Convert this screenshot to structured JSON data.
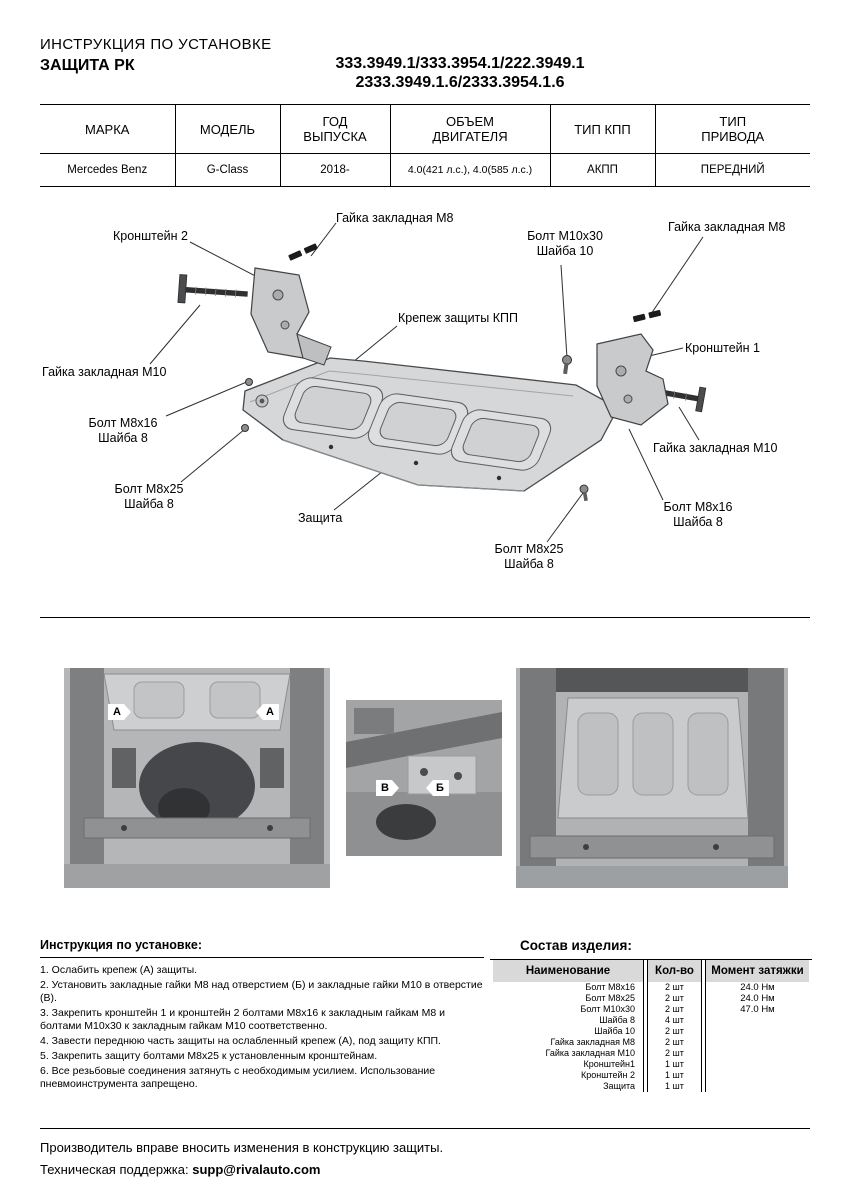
{
  "header": {
    "doc_title": "ИНСТРУКЦИЯ ПО УСТАНОВКЕ",
    "product_title": "ЗАЩИТА РК",
    "part_numbers_line1": "333.3949.1/333.3954.1/222.3949.1",
    "part_numbers_line2": "2333.3949.1.6/2333.3954.1.6"
  },
  "vehicle_table": {
    "headers": [
      "МАРКА",
      "МОДЕЛЬ",
      "ГОД\nВЫПУСКА",
      "ОБЪЕМ\nДВИГАТЕЛЯ",
      "ТИП КПП",
      "ТИП\nПРИВОДА"
    ],
    "row": [
      "Mercedes Benz",
      "G-Class",
      "2018-",
      "4.0(421 л.с.), 4.0(585 л.с.)",
      "АКПП",
      "ПЕРЕДНИЙ"
    ]
  },
  "diagram": {
    "labels": [
      {
        "line1": "Гайка закладная М8"
      },
      {
        "line1": "Кронштейн 2"
      },
      {
        "line1": "Болт М10х30",
        "line2": "Шайба 10"
      },
      {
        "line1": "Гайка закладная М8"
      },
      {
        "line1": "Крепеж защиты КПП"
      },
      {
        "line1": "Кронштейн 1"
      },
      {
        "line1": "Гайка закладная М10"
      },
      {
        "line1": "Болт М8х16",
        "line2": "Шайба 8"
      },
      {
        "line1": "Гайка закладная М10"
      },
      {
        "line1": "Болт М8х25",
        "line2": "Шайба 8"
      },
      {
        "line1": "Защита"
      },
      {
        "line1": "Болт М8х16",
        "line2": "Шайба 8"
      },
      {
        "line1": "Болт М8х25",
        "line2": "Шайба 8"
      }
    ]
  },
  "photos": {
    "markers": {
      "a1": "А",
      "a2": "А",
      "v": "В",
      "b": "Б"
    }
  },
  "instructions": {
    "title": "Инструкция по установке:",
    "steps": [
      "1. Ослабить крепеж (А) защиты.",
      "2. Установить закладные гайки М8 над отверстием (Б) и закладные гайки М10 в отверстие (В).",
      "3. Закрепить кронштейн 1 и кронштейн 2 болтами М8х16 к закладным гайкам М8 и болтами М10х30 к закладным гайкам М10 соответственно.",
      "4. Завести переднюю часть защиты на ослабленный крепеж (А), под защиту КПП.",
      "5. Закрепить защиту болтами М8х25 к установленным кронштейнам.",
      "6. Все резьбовые соединения затянуть с необходимым усилием. Использование пневмоинструмента запрещено."
    ]
  },
  "parts": {
    "title": "Состав изделия:",
    "headers": [
      "Наименование",
      "Кол-во",
      "Момент затяжки"
    ],
    "rows": [
      [
        "Болт М8х16",
        "2 шт",
        "24.0 Нм"
      ],
      [
        "Болт М8х25",
        "2 шт",
        "24.0 Нм"
      ],
      [
        "Болт М10х30",
        "2 шт",
        "47.0 Нм"
      ],
      [
        "Шайба 8",
        "4 шт",
        ""
      ],
      [
        "Шайба 10",
        "2 шт",
        ""
      ],
      [
        "Гайка закладная М8",
        "2 шт",
        ""
      ],
      [
        "Гайка закладная М10",
        "2 шт",
        ""
      ],
      [
        "Кронштейн1",
        "1 шт",
        ""
      ],
      [
        "Кронштейн 2",
        "1 шт",
        ""
      ],
      [
        "Защита",
        "1 шт",
        ""
      ]
    ]
  },
  "footer": {
    "line1": "Производитель вправе вносить изменения в конструкцию защиты.",
    "support_label": "Техническая поддержка:",
    "support_email": "supp@rivalauto.com"
  }
}
